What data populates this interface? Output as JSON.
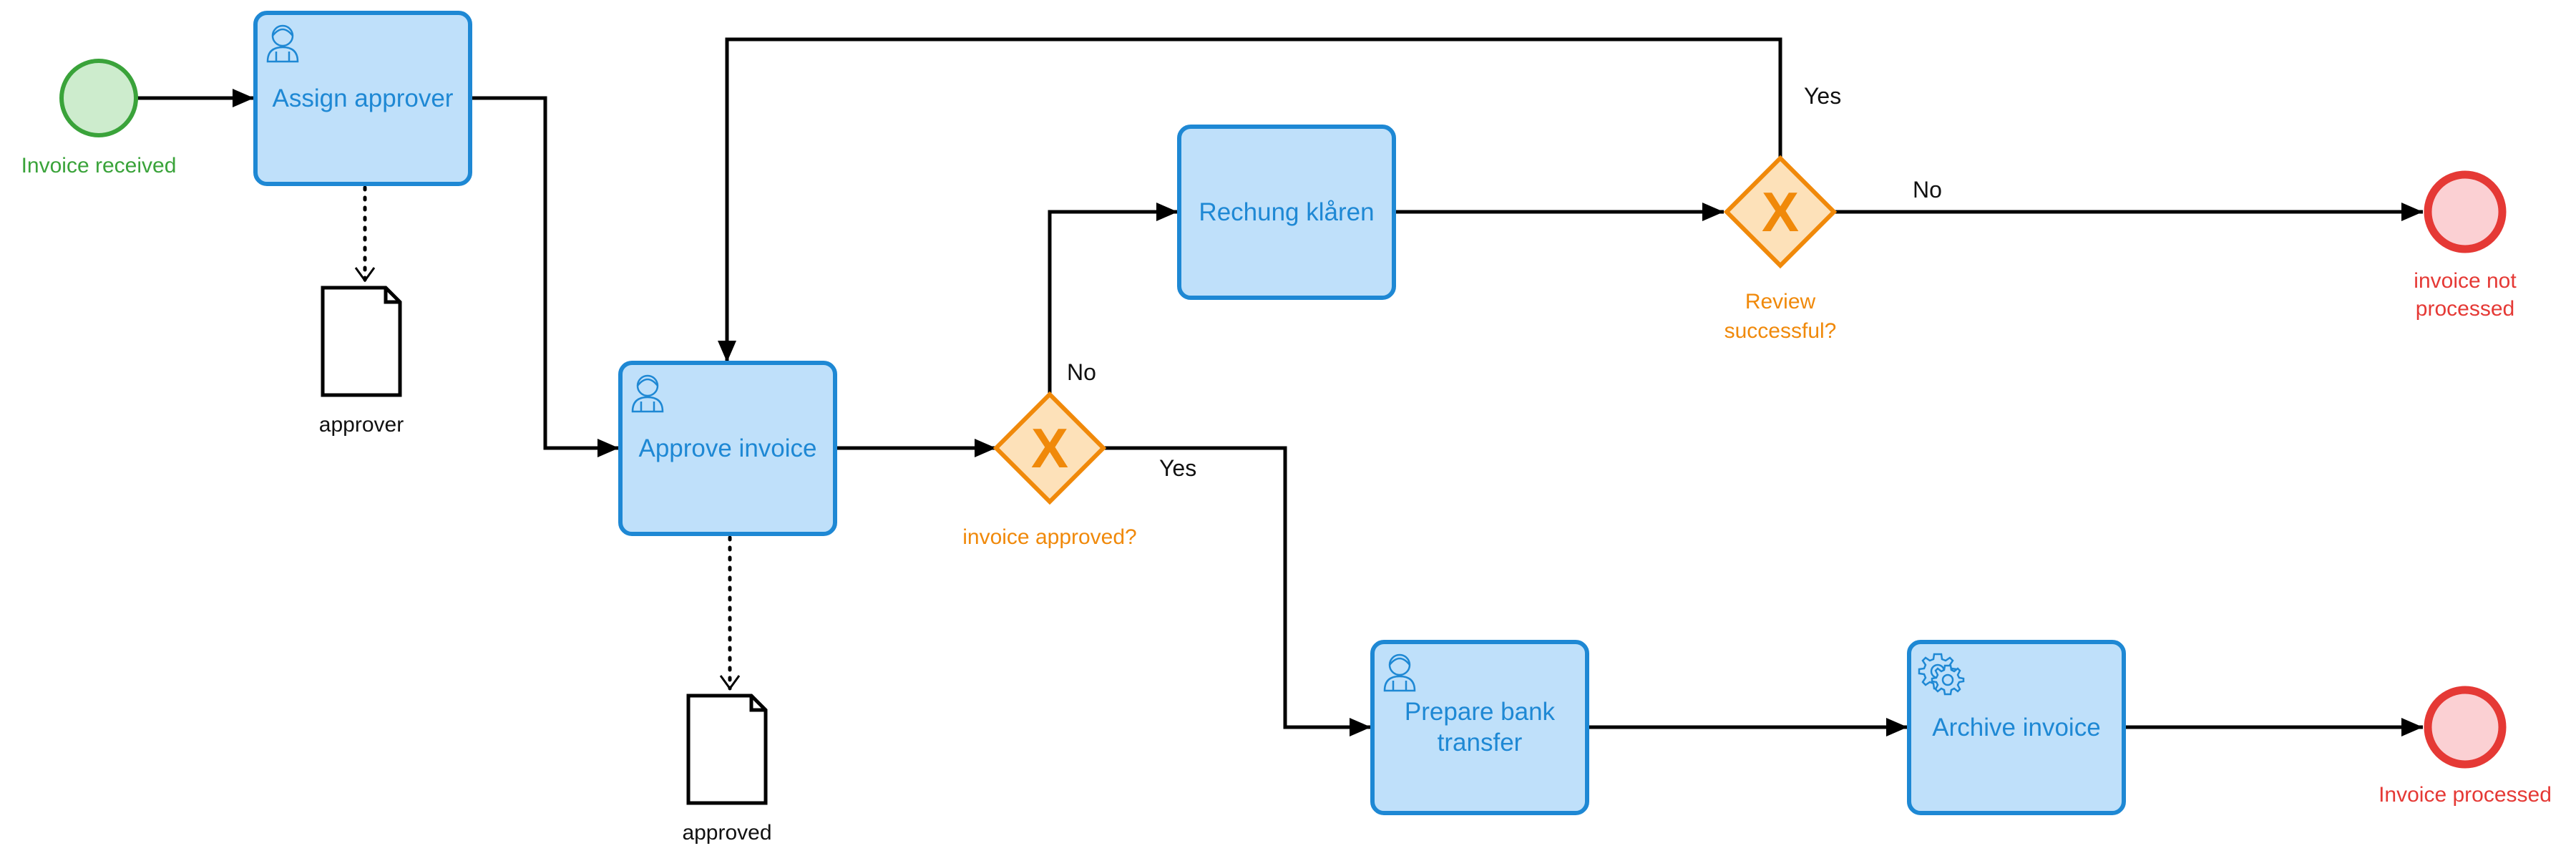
{
  "colors": {
    "task_fill": "#bfe0fa",
    "task_stroke": "#1e88d4",
    "start_fill": "#cdeccd",
    "start_stroke": "#3aa33a",
    "end_fill": "#fbd0d3",
    "end_stroke": "#e53935",
    "gateway_fill": "#fde1b9",
    "gateway_stroke": "#f0890a",
    "flow": "#000000"
  },
  "events": {
    "start": {
      "label": "Invoice received"
    },
    "end_not_processed": {
      "label_line1": "invoice not",
      "label_line2": "processed"
    },
    "end_processed": {
      "label": "Invoice processed"
    }
  },
  "tasks": {
    "assign_approver": {
      "label": "Assign approver",
      "icon": "user-icon"
    },
    "approve_invoice": {
      "label": "Approve invoice",
      "icon": "user-icon"
    },
    "rechung_klaren": {
      "label": "Rechung klåren"
    },
    "prepare_bank_transfer": {
      "label_line1": "Prepare bank",
      "label_line2": "transfer",
      "icon": "user-icon"
    },
    "archive_invoice": {
      "label": "Archive invoice",
      "icon": "gear-icon"
    }
  },
  "gateways": {
    "invoice_approved": {
      "label": "invoice approved?",
      "marker": "X"
    },
    "review_successful": {
      "label_line1": "Review",
      "label_line2": "successful?",
      "marker": "X"
    }
  },
  "flow_labels": {
    "approved_no": "No",
    "approved_yes": "Yes",
    "review_yes": "Yes",
    "review_no": "No"
  },
  "data_objects": {
    "approver": {
      "label": "approver"
    },
    "approved": {
      "label": "approved"
    }
  }
}
